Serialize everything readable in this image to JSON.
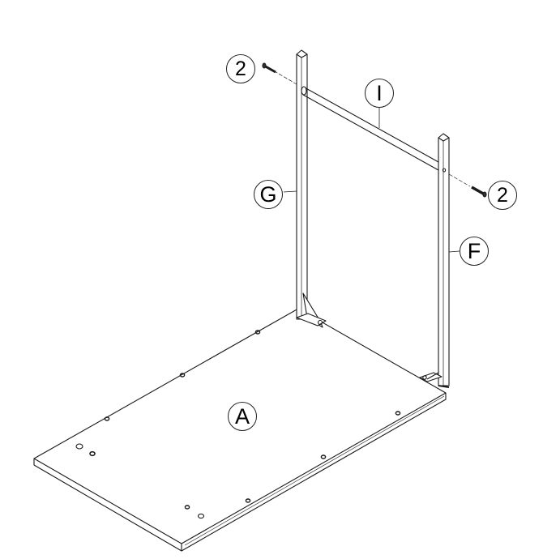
{
  "diagram": {
    "type": "assembly-instruction",
    "parts": [
      {
        "id": "A",
        "label": "A",
        "description": "board / tabletop panel"
      },
      {
        "id": "F",
        "label": "F",
        "description": "right upright post"
      },
      {
        "id": "G",
        "label": "G",
        "description": "left upright post"
      },
      {
        "id": "I",
        "label": "I",
        "description": "horizontal crossbar rod"
      }
    ],
    "hardware": [
      {
        "id": "2",
        "label": "2",
        "description": "screw (left)"
      },
      {
        "id": "2b",
        "label": "2",
        "description": "screw (right)"
      }
    ]
  },
  "colors": {
    "line": "#1a1a1a",
    "background": "#ffffff"
  }
}
